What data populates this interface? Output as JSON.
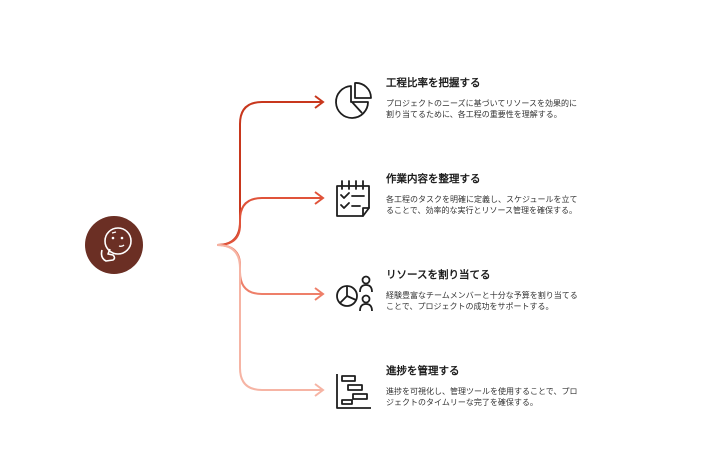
{
  "icons": {
    "center": "thinking-face-icon",
    "items": [
      "pie-chart-icon",
      "checklist-calendar-icon",
      "people-chart-icon",
      "gantt-chart-icon"
    ]
  },
  "colors": {
    "center_fill": "#6b2f24",
    "connectors": [
      "#c8371d",
      "#e0533a",
      "#ee7f69",
      "#f6b4a4"
    ],
    "icon_stroke": "#1e1e1e",
    "title_text": "#1e1e1e",
    "desc_text": "#333333"
  },
  "items": [
    {
      "title": "工程比率を把握する",
      "desc": "プロジェクトのニーズに基づいてリソースを効果的に割り当てるために、各工程の重要性を理解する。"
    },
    {
      "title": "作業内容を整理する",
      "desc": "各工程のタスクを明確に定義し、スケジュールを立てることで、効率的な実行とリソース管理を確保する。"
    },
    {
      "title": "リソースを割り当てる",
      "desc": "経験豊富なチームメンバーと十分な予算を割り当てることで、プロジェクトの成功をサポートする。"
    },
    {
      "title": "進捗を管理する",
      "desc": "進捗を可視化し、管理ツールを使用することで、プロジェクトのタイムリーな完了を確保する。"
    }
  ]
}
